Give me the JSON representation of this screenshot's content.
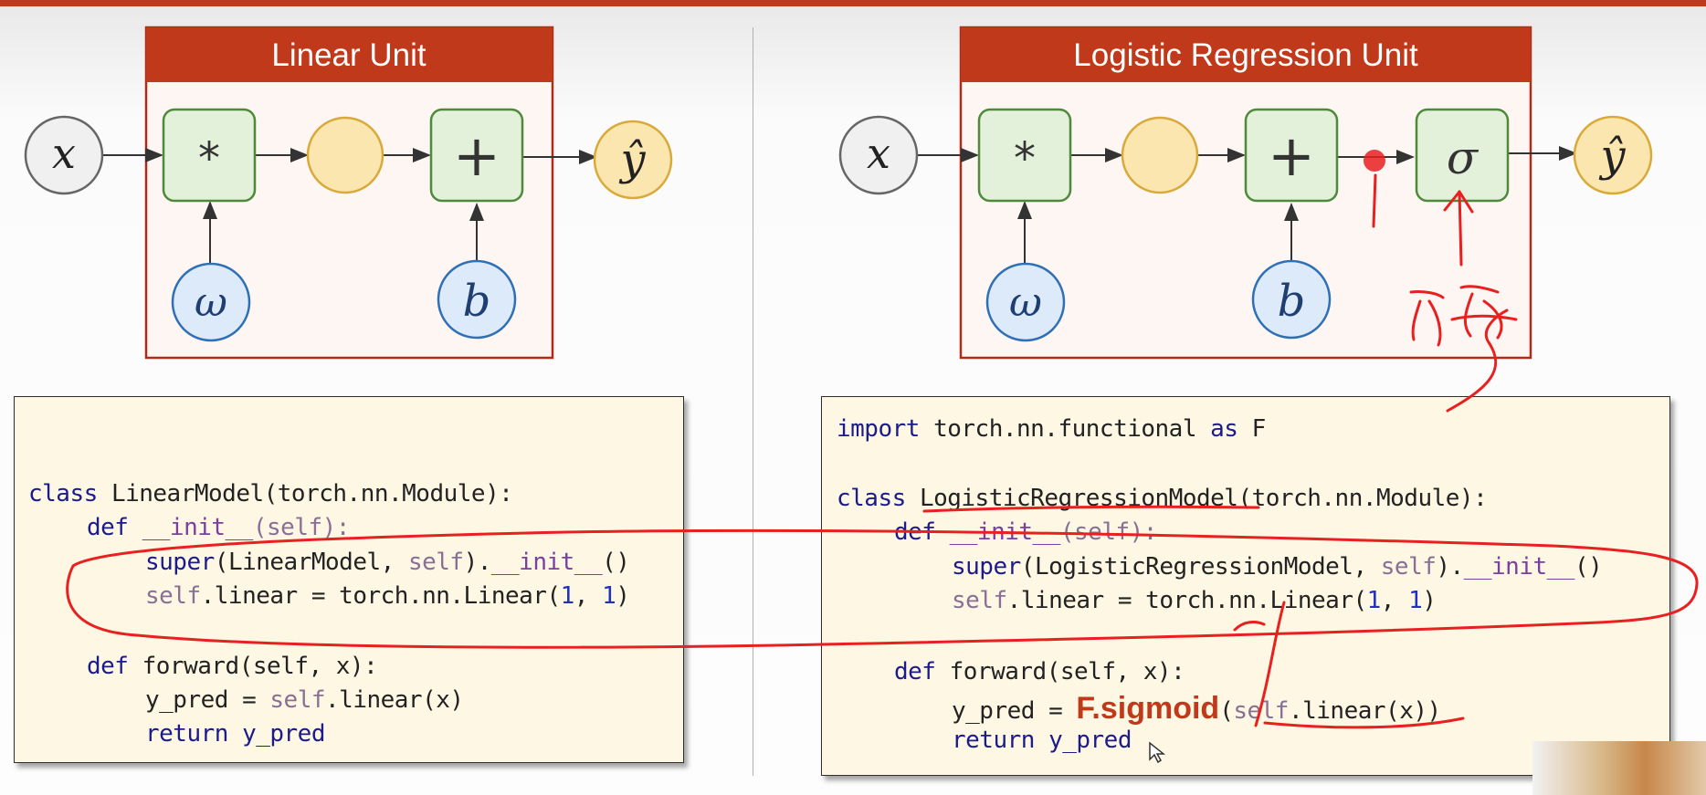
{
  "left_panel": {
    "title": "Linear Unit",
    "nodes": {
      "input": "x",
      "mul": "*",
      "add": "+",
      "weight": "ω",
      "bias": "b",
      "output": "ŷ"
    },
    "code": {
      "class_name": "LinearModel",
      "base": "(torch.nn.Module):",
      "init_sig": "(self):",
      "super_call": "LinearModel",
      "linear": "torch.nn.Linear",
      "forward_sig": "(self, x):",
      "y_pred": "y_pred = ",
      "linear_call": ".linear(x)",
      "return_line": "return y_pred"
    }
  },
  "right_panel": {
    "title": "Logistic Regression Unit",
    "nodes": {
      "input": "x",
      "mul": "*",
      "add": "+",
      "weight": "ω",
      "bias": "b",
      "sigma": "σ",
      "output": "ŷ"
    },
    "code": {
      "import_kw": "import",
      "import_mod": " torch.nn.functional ",
      "as_kw": "as",
      "alias": " F",
      "class_name": "LogisticRegressionModel",
      "base": "(torch.nn.Module):",
      "init_sig": "(self):",
      "super_call": "LogisticRegressionModel",
      "linear": "torch.nn.Linear",
      "forward_sig": "(self, x):",
      "y_pred": "y_pred = ",
      "sigmoid": "F.sigmoid",
      "linear_call": ".linear(x))",
      "return_line": "return y_pred"
    }
  },
  "keywords": {
    "cls": "class",
    "def": "def",
    "init": "__init__",
    "super": "super",
    "self": "self",
    "ret": "return"
  },
  "colors": {
    "accent": "#c0391b",
    "op_fill": "#e3f1da",
    "op_stroke": "#4f8a3c",
    "param_fill": "#dceafa",
    "param_stroke": "#2f6fb5",
    "hidden_fill": "#fbe6b0",
    "hidden_stroke": "#d9a93a",
    "annotation": "#e82020"
  }
}
